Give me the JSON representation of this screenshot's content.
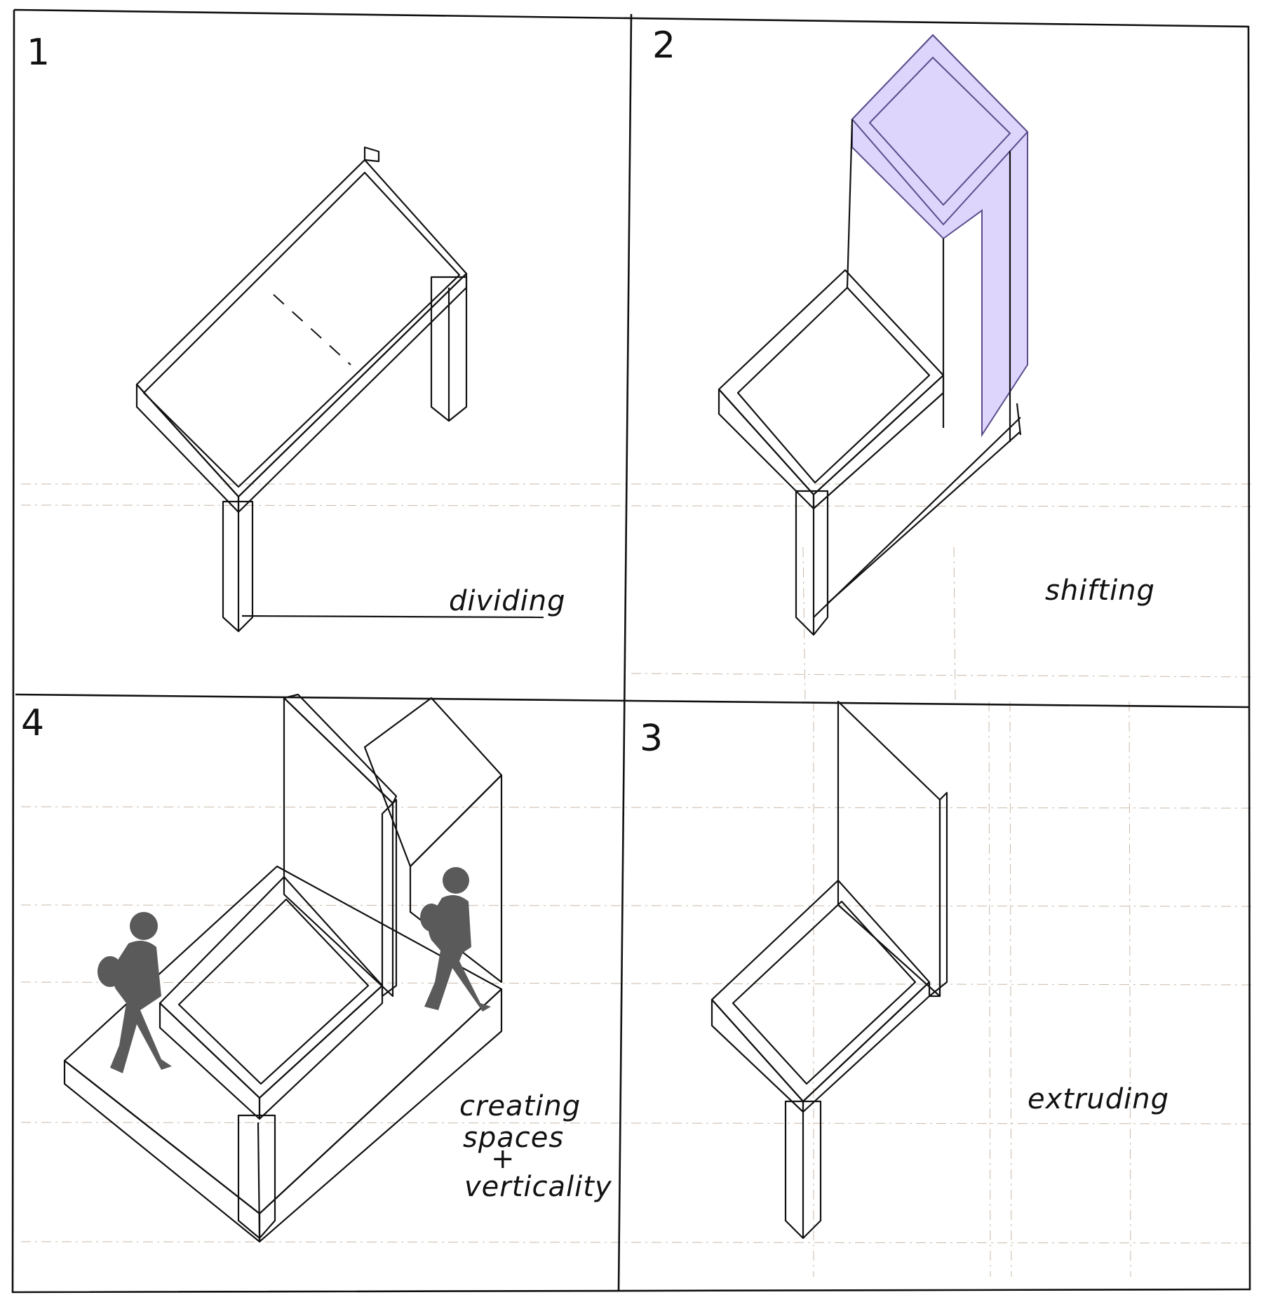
{
  "panels": [
    {
      "number": "1",
      "caption": "dividing"
    },
    {
      "number": "2",
      "caption": "shifting"
    },
    {
      "number": "3",
      "caption": "extruding"
    },
    {
      "number": "4",
      "caption_lines": [
        "creating",
        "spaces",
        "+",
        "verticality"
      ]
    }
  ],
  "colors": {
    "seat_purple": "#9b7ff7",
    "ghost_lavender": "#ddd5fb",
    "backrest_cyan": "#7ef0fc",
    "platform_lavender": "#d5d3f6",
    "person_gray": "#5a5a5a",
    "line": "#111111"
  },
  "icons": [
    "person-silhouette-icon",
    "person-silhouette-icon"
  ]
}
